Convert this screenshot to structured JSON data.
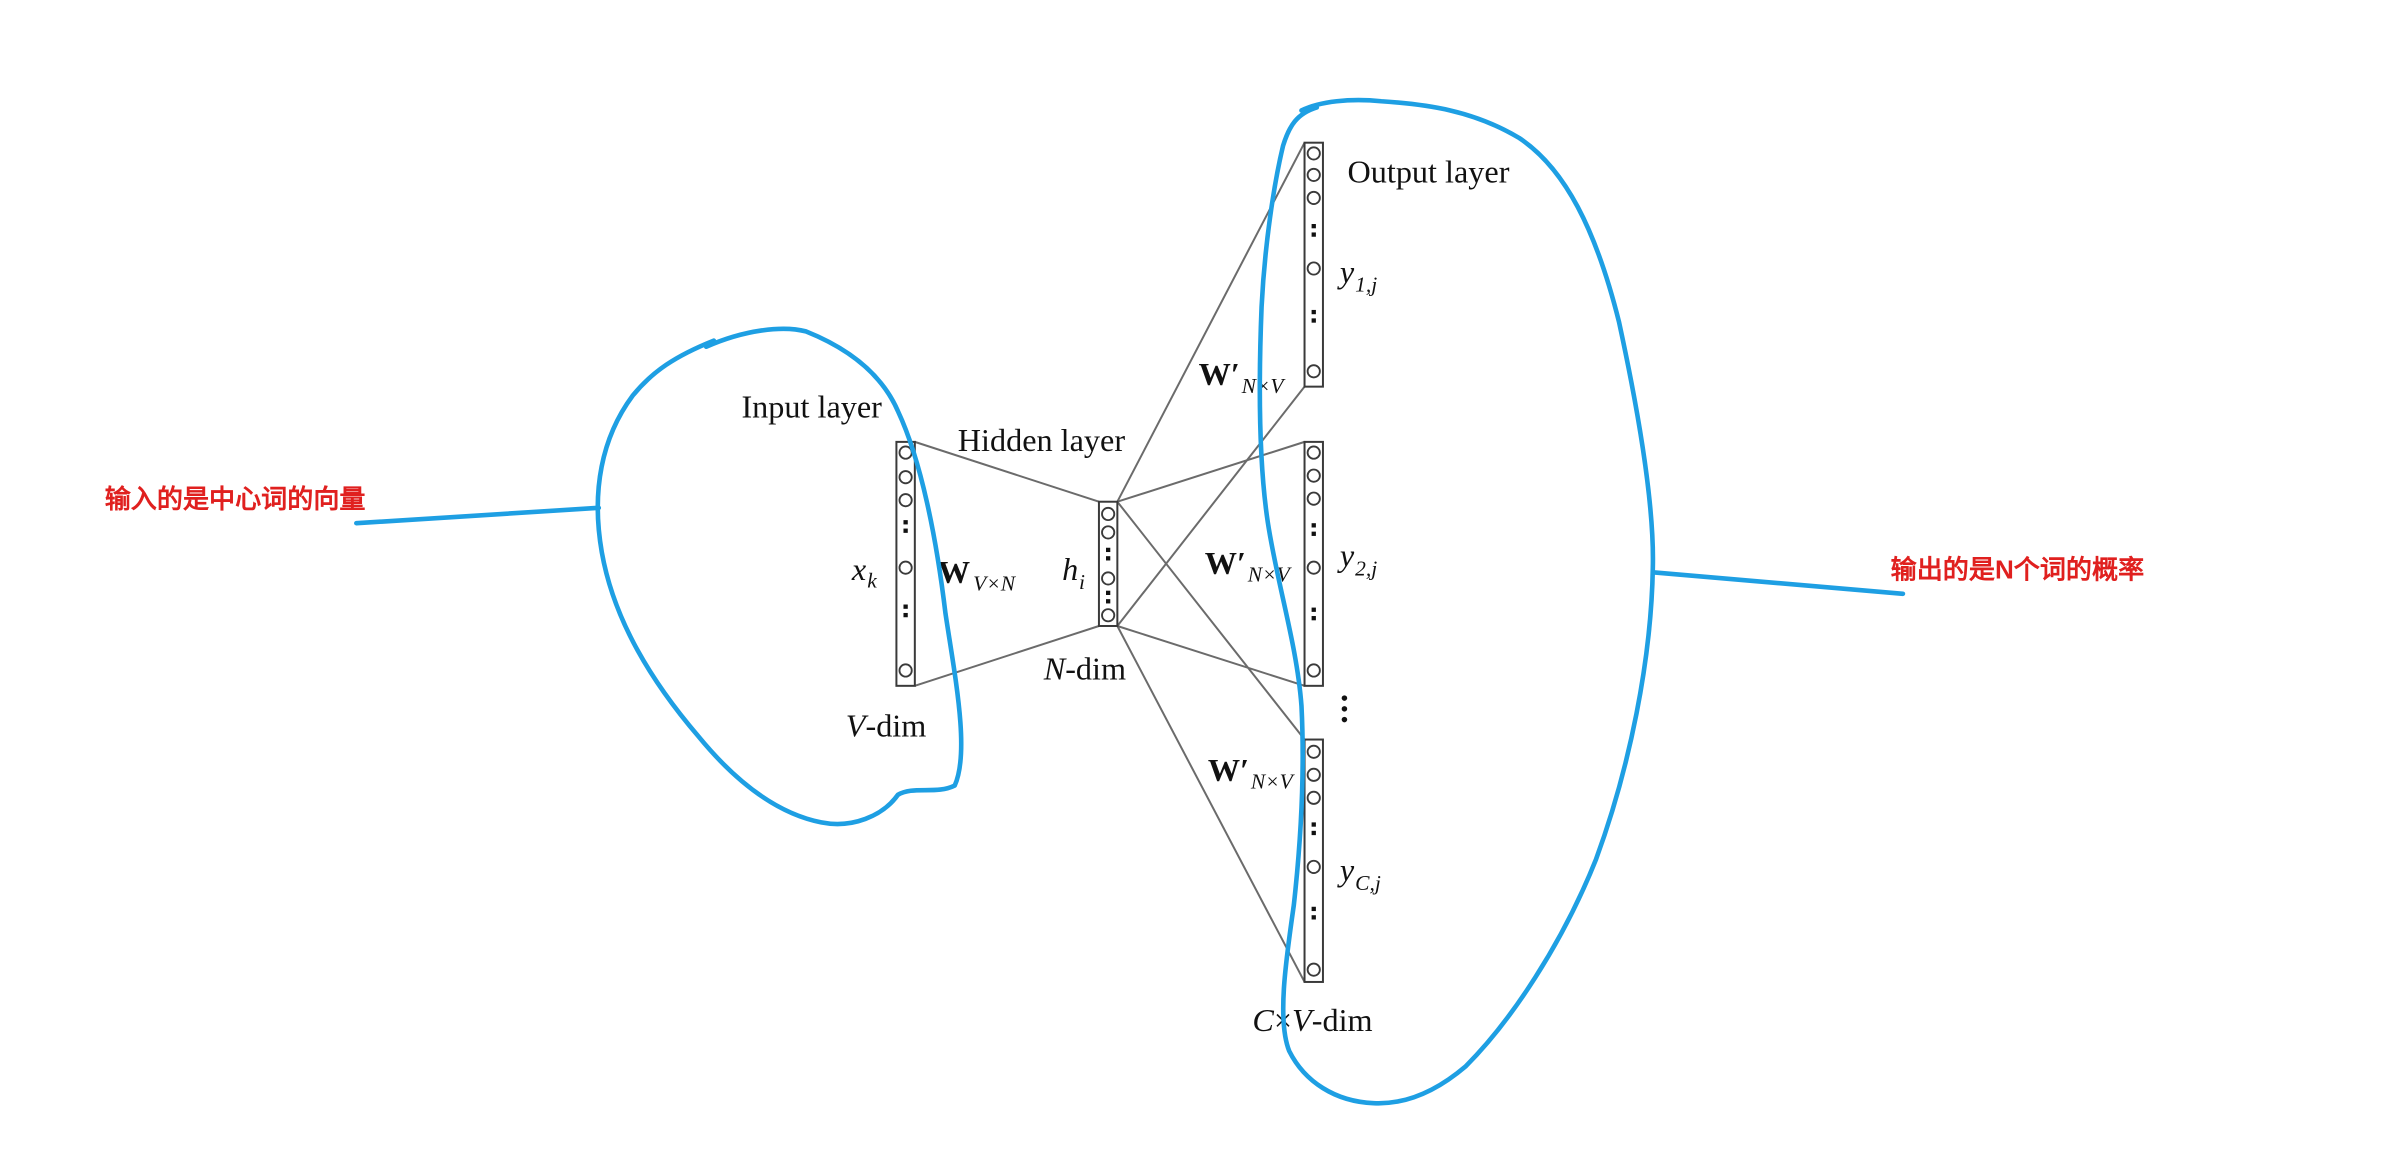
{
  "annotations": {
    "left_note": "输入的是中心词的向量",
    "right_note": "输出的是N个词的概率"
  },
  "diagram": {
    "input_layer": {
      "title": "Input layer",
      "vector": {
        "base": "x",
        "sub": "k"
      },
      "dim": {
        "var": "V",
        "suffix": "-dim"
      }
    },
    "weights_in": {
      "base": "W",
      "sub": "V×N"
    },
    "hidden_layer": {
      "title": "Hidden layer",
      "vector": {
        "base": "h",
        "sub": "i"
      },
      "dim": {
        "var": "N",
        "suffix": "-dim"
      }
    },
    "output_layer": {
      "title": "Output layer",
      "panels": [
        {
          "weight": {
            "base": "W′",
            "sub": "N×V"
          },
          "vector": {
            "base": "y",
            "sub": "1,j"
          }
        },
        {
          "weight": {
            "base": "W′",
            "sub": "N×V"
          },
          "vector": {
            "base": "y",
            "sub": "2,j"
          }
        },
        {
          "weight": {
            "base": "W′",
            "sub": "N×V"
          },
          "vector": {
            "base": "y",
            "sub": "C,j"
          }
        }
      ],
      "dim": {
        "c": "C",
        "times": "×",
        "v": "V",
        "suffix": "-dim"
      }
    }
  },
  "colors": {
    "note_text": "#e0201f",
    "highlight_stroke": "#1e9fe3",
    "connection_stroke": "#6b6b6b",
    "node_stroke": "#3a3a3a",
    "label_text": "#111111"
  }
}
